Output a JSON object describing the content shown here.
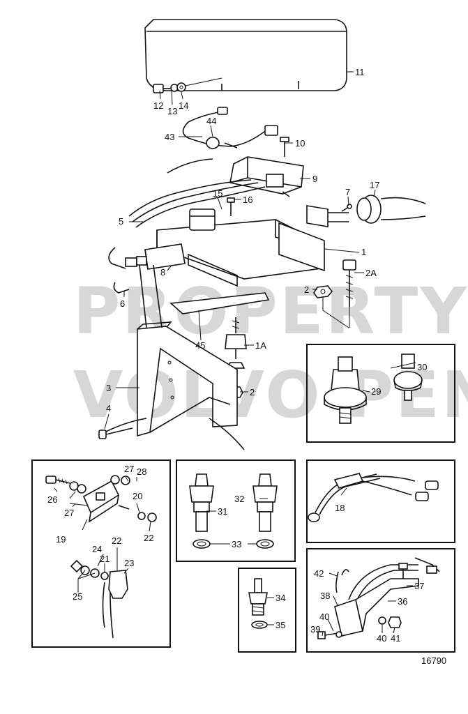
{
  "diagram": {
    "watermark": [
      "PROPERTY OF",
      "VOLVO PENTA"
    ],
    "drawing_number": "16790",
    "callouts": {
      "c1": "1",
      "c1A": "1A",
      "c2a": "2",
      "c2b": "2",
      "c2A": "2A",
      "c3": "3",
      "c4": "4",
      "c5": "5",
      "c6": "6",
      "c7": "7",
      "c8": "8",
      "c9": "9",
      "c10": "10",
      "c11": "11",
      "c12": "12",
      "c13": "13",
      "c14": "14",
      "c15": "15",
      "c16": "16",
      "c17": "17",
      "c18": "18",
      "c19": "19",
      "c20": "20",
      "c21": "21",
      "c22a": "22",
      "c22b": "22",
      "c23": "23",
      "c24": "24",
      "c25": "25",
      "c26": "26",
      "c27a": "27",
      "c27b": "27",
      "c28": "28",
      "c29": "29",
      "c30": "30",
      "c31": "31",
      "c32": "32",
      "c33": "33",
      "c34": "34",
      "c35": "35",
      "c36": "36",
      "c37": "37",
      "c38": "38",
      "c39": "39",
      "c40a": "40",
      "c40b": "40",
      "c41": "41",
      "c42": "42",
      "c43": "43",
      "c44": "44",
      "c45": "45"
    }
  }
}
